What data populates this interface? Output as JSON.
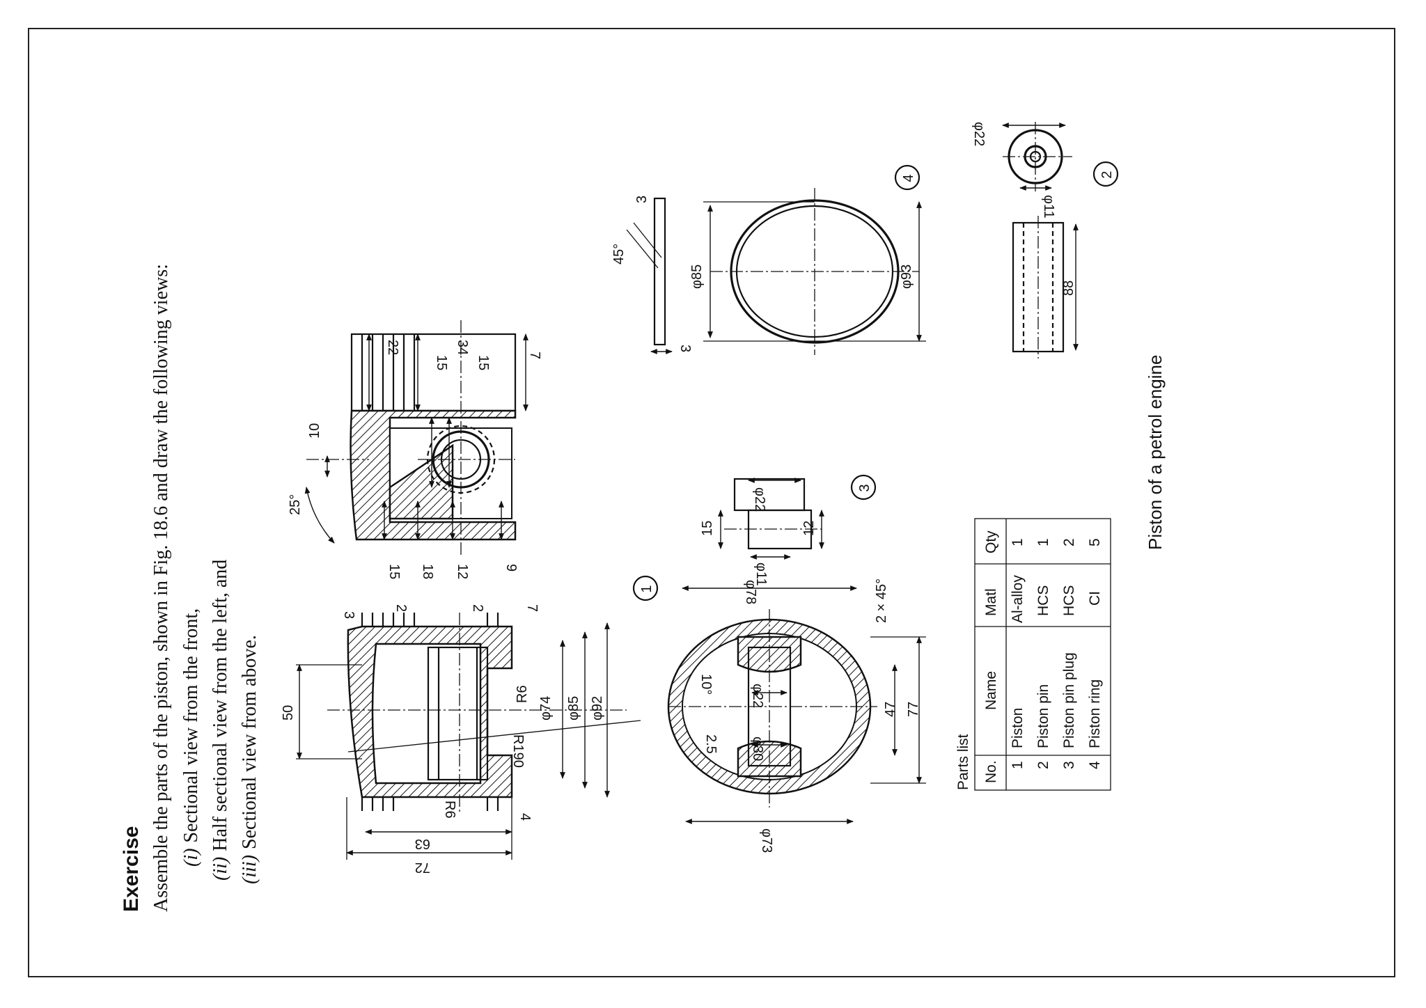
{
  "exercise": {
    "heading": "Exercise",
    "instruction": "Assemble the parts of the piston, shown in Fig. 18.6 and draw the following views:",
    "views": [
      {
        "numeral": "(i)",
        "text": "Sectional view from the front,"
      },
      {
        "numeral": "(ii)",
        "text": "Half sectional view from the left, and"
      },
      {
        "numeral": "(iii)",
        "text": "Sectional view from above."
      }
    ]
  },
  "part_labels": [
    "1",
    "2",
    "3",
    "4"
  ],
  "dimensions": {
    "piston_front": [
      "50",
      "3",
      "2",
      "2",
      "7",
      "R6",
      "φ74",
      "φ85",
      "φ92",
      "R190",
      "R6",
      "4",
      "63",
      "72"
    ],
    "piston_side": [
      "25°",
      "10",
      "22",
      "34",
      "15",
      "15",
      "7",
      "15",
      "18",
      "12",
      "9"
    ],
    "piston_top": [
      "φ78",
      "10°",
      "φ22",
      "2.5",
      "φ30",
      "2 × 45°",
      "47",
      "77",
      "φ73"
    ],
    "pin_plug": [
      "15",
      "φ22",
      "12",
      "φ11"
    ],
    "ring": [
      "3",
      "45°",
      "φ85",
      "3",
      "φ93"
    ],
    "pin": [
      "φ22",
      "φ11",
      "88"
    ]
  },
  "parts_list": {
    "title": "Parts list",
    "columns": [
      "No.",
      "Name",
      "Matl",
      "Qty"
    ],
    "rows": [
      [
        "1",
        "Piston",
        "Al-alloy",
        "1"
      ],
      [
        "2",
        "Piston pin",
        "HCS",
        "1"
      ],
      [
        "3",
        "Piston pin plug",
        "HCS",
        "2"
      ],
      [
        "4",
        "Piston ring",
        "CI",
        "5"
      ]
    ]
  },
  "caption": "Piston of a petrol engine"
}
